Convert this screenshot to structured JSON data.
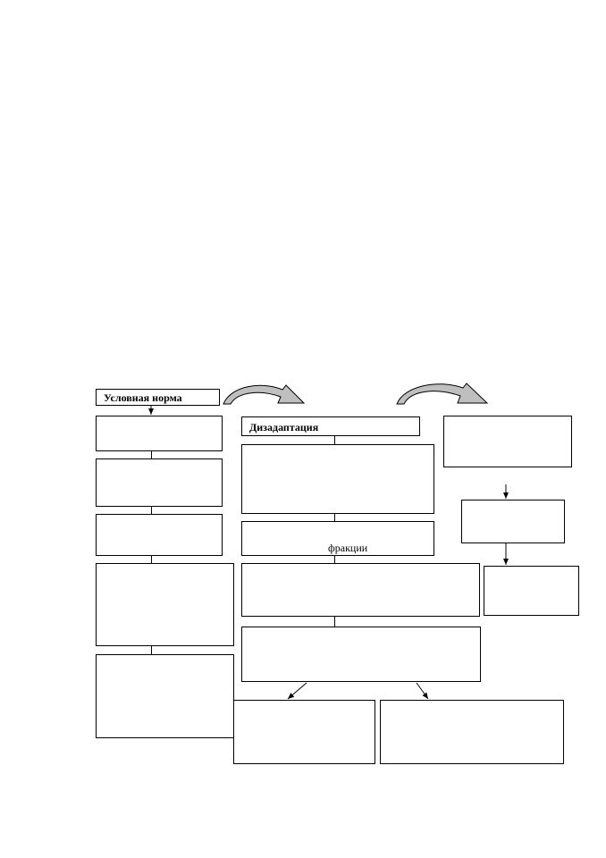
{
  "headers": {
    "conditional_norm": "Условная норма",
    "disadaptation": "Дизадаптация"
  },
  "labels": {
    "fraction": "фракции"
  },
  "colors": {
    "curved_arrow_fill": "#bfbfbf",
    "stroke": "#000000"
  }
}
